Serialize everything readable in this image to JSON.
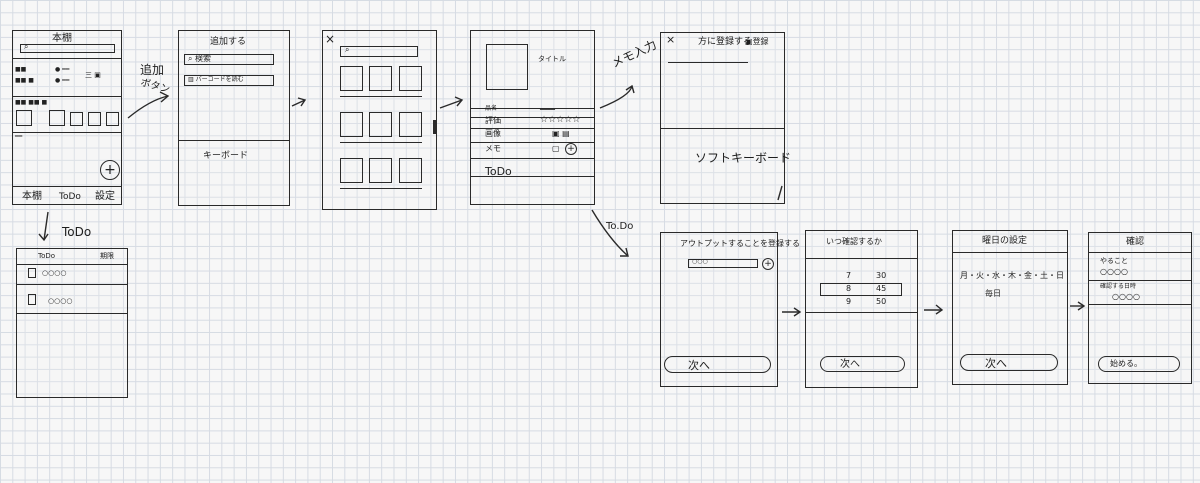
{
  "screens": {
    "home": {
      "title": "本棚",
      "search_icon": "search-icon",
      "plus": "+",
      "tabs": [
        "本棚",
        "ToDo",
        "設定"
      ]
    },
    "add": {
      "title": "追加する",
      "search": "検索",
      "barcode": "バーコードを読む",
      "keyboard": "キーボード"
    },
    "grid": {
      "close": "×"
    },
    "detail": {
      "title": "タイトル",
      "rows": [
        "品名",
        "評価",
        "画像",
        "メモ",
        "ToDo"
      ],
      "stars": "☆☆☆☆☆",
      "plus": "+"
    },
    "memo": {
      "close": "×",
      "title": "方に登録する",
      "save": "登録",
      "keyboard": "ソフトキーボード"
    },
    "todo": {
      "title": "ToDo",
      "col_header": "ToDo",
      "col_deadline": "期限",
      "items": [
        "○○○○",
        "○○○○"
      ]
    },
    "output": {
      "title": "アウトプットすることを登録する",
      "input": "○○○",
      "plus": "+",
      "next": "次へ"
    },
    "time": {
      "title": "いつ確認するか",
      "hours": [
        "7",
        "8",
        "9"
      ],
      "minutes": [
        "30",
        "45",
        "50"
      ],
      "next": "次へ"
    },
    "weekday": {
      "title": "曜日の設定",
      "days": "月・火・水・木・金・土・日",
      "extra": "毎日",
      "next": "次へ"
    },
    "confirm": {
      "title": "確認",
      "todo_label": "やること",
      "todo_value": "○○○○",
      "date_label": "確認する日時",
      "date_value": "○○○○",
      "start": "始める。"
    }
  },
  "annotations": {
    "add_button": "追加\nボタン",
    "memo_input": "メモ入力",
    "todo_branch": "To.Do",
    "todo_down": "ToDo"
  }
}
